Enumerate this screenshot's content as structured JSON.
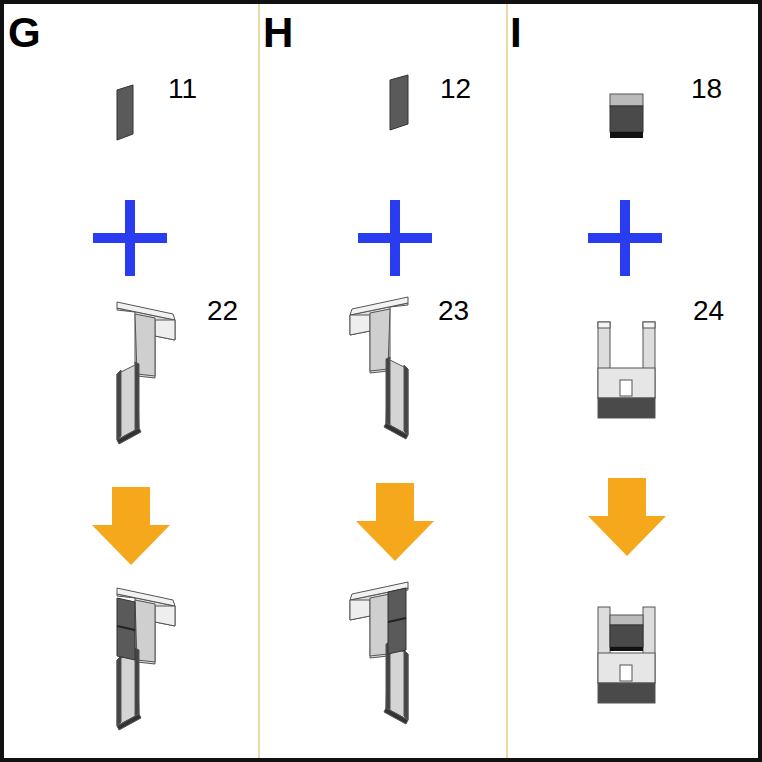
{
  "diagram": {
    "labels": [
      "G",
      "11",
      "22",
      "H",
      "12",
      "23",
      "I",
      "18",
      "24"
    ]
  }
}
